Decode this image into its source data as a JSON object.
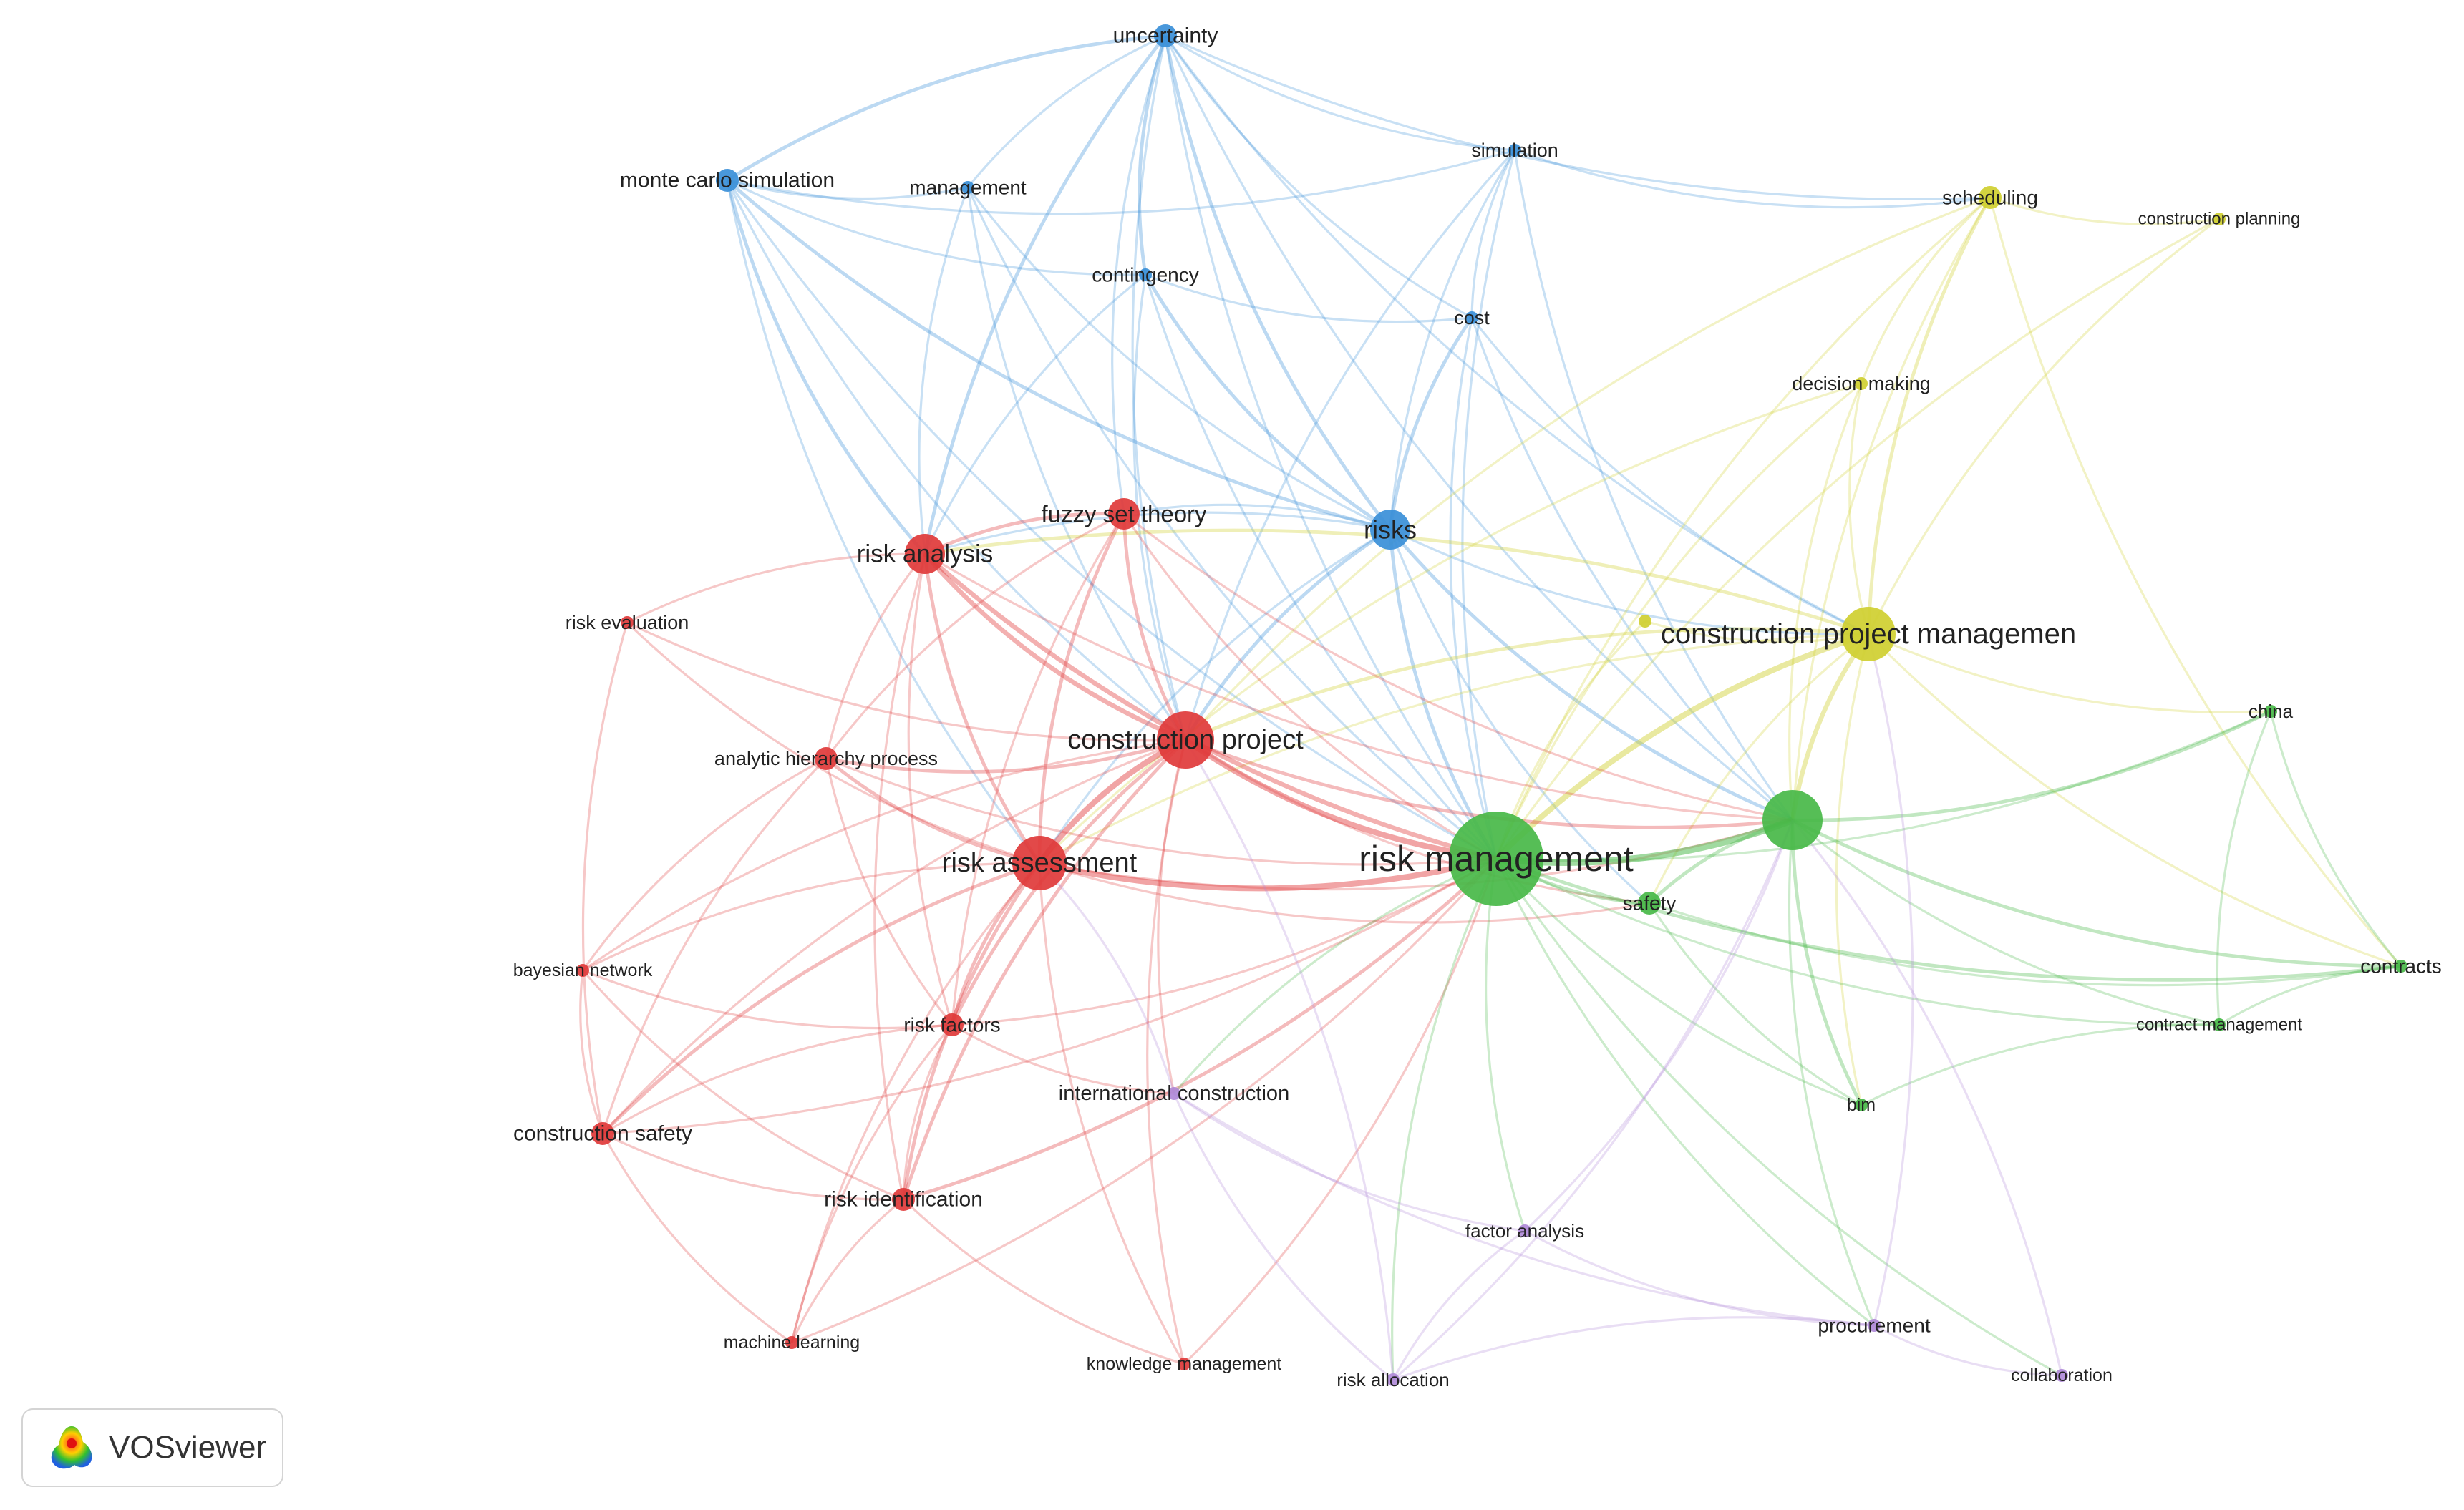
{
  "app": {
    "brand_name": "VOSviewer",
    "logo_icon": "vosviewer-logo-icon"
  },
  "clusters": {
    "red": "#e0393a",
    "green": "#48b848",
    "blue": "#3a8fd8",
    "yellow": "#cfcf30",
    "purple": "#b08ad8"
  },
  "nodes": [
    {
      "id": "uncertainty",
      "label": "uncertainty",
      "cluster": "blue",
      "weight": 2
    },
    {
      "id": "monte-carlo-simulation",
      "label": "monte carlo simulation",
      "cluster": "blue",
      "weight": 2
    },
    {
      "id": "management",
      "label": "management",
      "cluster": "blue",
      "weight": 1
    },
    {
      "id": "simulation",
      "label": "simulation",
      "cluster": "blue",
      "weight": 1
    },
    {
      "id": "contingency",
      "label": "contingency",
      "cluster": "blue",
      "weight": 1
    },
    {
      "id": "cost",
      "label": "cost",
      "cluster": "blue",
      "weight": 1
    },
    {
      "id": "risks",
      "label": "risks",
      "cluster": "blue",
      "weight": 4
    },
    {
      "id": "scheduling",
      "label": "scheduling",
      "cluster": "yellow",
      "weight": 2
    },
    {
      "id": "construction-planning",
      "label": "construction planning",
      "cluster": "yellow",
      "weight": 1
    },
    {
      "id": "decision-making",
      "label": "decision making",
      "cluster": "yellow",
      "weight": 1
    },
    {
      "id": "construction-project-management",
      "label": "construction project managemen",
      "cluster": "yellow",
      "weight": 6
    },
    {
      "id": "yellow-minor",
      "label": "",
      "cluster": "yellow",
      "weight": 1
    },
    {
      "id": "fuzzy-set-theory",
      "label": "fuzzy set theory",
      "cluster": "red",
      "weight": 3
    },
    {
      "id": "risk-analysis",
      "label": "risk analysis",
      "cluster": "red",
      "weight": 4
    },
    {
      "id": "risk-evaluation",
      "label": "risk evaluation",
      "cluster": "red",
      "weight": 1
    },
    {
      "id": "analytic-hierarchy-process",
      "label": "analytic hierarchy process",
      "cluster": "red",
      "weight": 2
    },
    {
      "id": "construction-project",
      "label": "construction project",
      "cluster": "red",
      "weight": 7
    },
    {
      "id": "risk-assessment",
      "label": "risk assessment",
      "cluster": "red",
      "weight": 6
    },
    {
      "id": "bayesian-network",
      "label": "bayesian network",
      "cluster": "red",
      "weight": 1
    },
    {
      "id": "risk-factors",
      "label": "risk factors",
      "cluster": "red",
      "weight": 2
    },
    {
      "id": "construction-safety",
      "label": "construction safety",
      "cluster": "red",
      "weight": 2
    },
    {
      "id": "risk-identification",
      "label": "risk identification",
      "cluster": "red",
      "weight": 2
    },
    {
      "id": "machine-learning",
      "label": "machine learning",
      "cluster": "red",
      "weight": 1
    },
    {
      "id": "knowledge-management",
      "label": "knowledge management",
      "cluster": "red",
      "weight": 1
    },
    {
      "id": "risk-management",
      "label": "risk management",
      "cluster": "green",
      "weight": 12
    },
    {
      "id": "green-hub",
      "label": "",
      "cluster": "green",
      "weight": 8
    },
    {
      "id": "safety",
      "label": "safety",
      "cluster": "green",
      "weight": 2
    },
    {
      "id": "china",
      "label": "china",
      "cluster": "green",
      "weight": 1
    },
    {
      "id": "contracts",
      "label": "contracts",
      "cluster": "green",
      "weight": 1
    },
    {
      "id": "contract-management",
      "label": "contract management",
      "cluster": "green",
      "weight": 1
    },
    {
      "id": "bim",
      "label": "bim",
      "cluster": "green",
      "weight": 1
    },
    {
      "id": "international-construction",
      "label": "international construction",
      "cluster": "purple",
      "weight": 1
    },
    {
      "id": "factor-analysis",
      "label": "factor analysis",
      "cluster": "purple",
      "weight": 1
    },
    {
      "id": "procurement",
      "label": "procurement",
      "cluster": "purple",
      "weight": 1
    },
    {
      "id": "risk-allocation",
      "label": "risk allocation",
      "cluster": "purple",
      "weight": 1
    },
    {
      "id": "collaboration",
      "label": "collaboration",
      "cluster": "purple",
      "weight": 1
    }
  ],
  "links": [
    [
      "uncertainty",
      "monte-carlo-simulation",
      2
    ],
    [
      "uncertainty",
      "management",
      1
    ],
    [
      "uncertainty",
      "contingency",
      2
    ],
    [
      "uncertainty",
      "risks",
      2
    ],
    [
      "uncertainty",
      "risk-analysis",
      2
    ],
    [
      "uncertainty",
      "risk-management",
      1
    ],
    [
      "uncertainty",
      "cost",
      1
    ],
    [
      "uncertainty",
      "simulation",
      1
    ],
    [
      "uncertainty",
      "fuzzy-set-theory",
      1
    ],
    [
      "uncertainty",
      "construction-project",
      1
    ],
    [
      "uncertainty",
      "scheduling",
      1
    ],
    [
      "uncertainty",
      "construction-project-management",
      1
    ],
    [
      "uncertainty",
      "green-hub",
      1
    ],
    [
      "monte-carlo-simulation",
      "risk-analysis",
      2
    ],
    [
      "monte-carlo-simulation",
      "management",
      1
    ],
    [
      "monte-carlo-simulation",
      "risks",
      2
    ],
    [
      "monte-carlo-simulation",
      "contingency",
      1
    ],
    [
      "monte-carlo-simulation",
      "risk-management",
      1
    ],
    [
      "monte-carlo-simulation",
      "construction-project",
      1
    ],
    [
      "monte-carlo-simulation",
      "simulation",
      1
    ],
    [
      "monte-carlo-simulation",
      "risk-assessment",
      1
    ],
    [
      "management",
      "risk-analysis",
      1
    ],
    [
      "management",
      "risk-management",
      1
    ],
    [
      "management",
      "risks",
      1
    ],
    [
      "management",
      "construction-project",
      1
    ],
    [
      "simulation",
      "risks",
      1
    ],
    [
      "simulation",
      "risk-management",
      1
    ],
    [
      "simulation",
      "cost",
      1
    ],
    [
      "simulation",
      "green-hub",
      1
    ],
    [
      "simulation",
      "construction-project",
      1
    ],
    [
      "simulation",
      "scheduling",
      1
    ],
    [
      "contingency",
      "risks",
      2
    ],
    [
      "contingency",
      "risk-management",
      1
    ],
    [
      "contingency",
      "cost",
      1
    ],
    [
      "contingency",
      "construction-project",
      1
    ],
    [
      "contingency",
      "risk-analysis",
      1
    ],
    [
      "cost",
      "risks",
      2
    ],
    [
      "cost",
      "risk-management",
      1
    ],
    [
      "cost",
      "green-hub",
      1
    ],
    [
      "cost",
      "construction-project-management",
      1
    ],
    [
      "risks",
      "risk-management",
      2
    ],
    [
      "risks",
      "construction-project",
      2
    ],
    [
      "risks",
      "risk-assessment",
      1
    ],
    [
      "risks",
      "risk-analysis",
      1
    ],
    [
      "risks",
      "fuzzy-set-theory",
      1
    ],
    [
      "risks",
      "green-hub",
      2
    ],
    [
      "risks",
      "construction-project-management",
      1
    ],
    [
      "risks",
      "safety",
      1
    ],
    [
      "scheduling",
      "construction-project-management",
      2
    ],
    [
      "scheduling",
      "risk-management",
      1
    ],
    [
      "scheduling",
      "green-hub",
      1
    ],
    [
      "scheduling",
      "decision-making",
      1
    ],
    [
      "scheduling",
      "construction-planning",
      1
    ],
    [
      "scheduling",
      "construction-project",
      1
    ],
    [
      "scheduling",
      "contracts",
      1
    ],
    [
      "construction-planning",
      "construction-project-management",
      1
    ],
    [
      "construction-planning",
      "risk-management",
      1
    ],
    [
      "decision-making",
      "construction-project-management",
      1
    ],
    [
      "decision-making",
      "risk-management",
      1
    ],
    [
      "decision-making",
      "green-hub",
      1
    ],
    [
      "decision-making",
      "risk-assessment",
      1
    ],
    [
      "construction-project-management",
      "risk-management",
      4
    ],
    [
      "construction-project-management",
      "green-hub",
      3
    ],
    [
      "construction-project-management",
      "risk-analysis",
      2
    ],
    [
      "construction-project-management",
      "construction-project",
      2
    ],
    [
      "construction-project-management",
      "risk-assessment",
      1
    ],
    [
      "construction-project-management",
      "china",
      1
    ],
    [
      "construction-project-management",
      "safety",
      1
    ],
    [
      "construction-project-management",
      "bim",
      1
    ],
    [
      "construction-project-management",
      "contracts",
      1
    ],
    [
      "yellow-minor",
      "risk-management",
      1
    ],
    [
      "yellow-minor",
      "construction-project-management",
      1
    ],
    [
      "fuzzy-set-theory",
      "risk-analysis",
      2
    ],
    [
      "fuzzy-set-theory",
      "construction-project",
      2
    ],
    [
      "fuzzy-set-theory",
      "risk-assessment",
      2
    ],
    [
      "fuzzy-set-theory",
      "risk-management",
      1
    ],
    [
      "fuzzy-set-theory",
      "analytic-hierarchy-process",
      1
    ],
    [
      "fuzzy-set-theory",
      "risk-factors",
      1
    ],
    [
      "fuzzy-set-theory",
      "green-hub",
      1
    ],
    [
      "risk-analysis",
      "construction-project",
      3
    ],
    [
      "risk-analysis",
      "risk-assessment",
      2
    ],
    [
      "risk-analysis",
      "risk-management",
      3
    ],
    [
      "risk-analysis",
      "risk-evaluation",
      1
    ],
    [
      "risk-analysis",
      "analytic-hierarchy-process",
      1
    ],
    [
      "risk-analysis",
      "risk-factors",
      1
    ],
    [
      "risk-analysis",
      "risk-identification",
      1
    ],
    [
      "risk-analysis",
      "green-hub",
      1
    ],
    [
      "risk-evaluation",
      "construction-project",
      1
    ],
    [
      "risk-evaluation",
      "risk-assessment",
      1
    ],
    [
      "risk-evaluation",
      "construction-safety",
      1
    ],
    [
      "analytic-hierarchy-process",
      "construction-project",
      2
    ],
    [
      "analytic-hierarchy-process",
      "risk-assessment",
      2
    ],
    [
      "analytic-hierarchy-process",
      "risk-factors",
      1
    ],
    [
      "analytic-hierarchy-process",
      "risk-management",
      1
    ],
    [
      "analytic-hierarchy-process",
      "bayesian-network",
      1
    ],
    [
      "analytic-hierarchy-process",
      "construction-safety",
      1
    ],
    [
      "construction-project",
      "risk-assessment",
      4
    ],
    [
      "construction-project",
      "risk-management",
      4
    ],
    [
      "construction-project",
      "green-hub",
      2
    ],
    [
      "construction-project",
      "risk-factors",
      2
    ],
    [
      "construction-project",
      "risk-identification",
      2
    ],
    [
      "construction-project",
      "safety",
      1
    ],
    [
      "construction-project",
      "construction-safety",
      1
    ],
    [
      "construction-project",
      "knowledge-management",
      1
    ],
    [
      "construction-project",
      "international-construction",
      1
    ],
    [
      "construction-project",
      "bayesian-network",
      1
    ],
    [
      "risk-assessment",
      "risk-management",
      4
    ],
    [
      "risk-assessment",
      "risk-factors",
      2
    ],
    [
      "risk-assessment",
      "construction-safety",
      2
    ],
    [
      "risk-assessment",
      "risk-identification",
      2
    ],
    [
      "risk-assessment",
      "bayesian-network",
      1
    ],
    [
      "risk-assessment",
      "machine-learning",
      1
    ],
    [
      "risk-assessment",
      "green-hub",
      1
    ],
    [
      "risk-assessment",
      "safety",
      1
    ],
    [
      "risk-assessment",
      "knowledge-management",
      1
    ],
    [
      "bayesian-network",
      "construction-safety",
      1
    ],
    [
      "bayesian-network",
      "risk-identification",
      1
    ],
    [
      "bayesian-network",
      "risk-factors",
      1
    ],
    [
      "risk-factors",
      "risk-identification",
      1
    ],
    [
      "risk-factors",
      "risk-management",
      1
    ],
    [
      "risk-factors",
      "construction-safety",
      1
    ],
    [
      "risk-factors",
      "international-construction",
      1
    ],
    [
      "risk-factors",
      "machine-learning",
      1
    ],
    [
      "construction-safety",
      "risk-identification",
      1
    ],
    [
      "construction-safety",
      "machine-learning",
      1
    ],
    [
      "construction-safety",
      "risk-management",
      1
    ],
    [
      "risk-identification",
      "risk-management",
      2
    ],
    [
      "risk-identification",
      "machine-learning",
      1
    ],
    [
      "risk-identification",
      "knowledge-management",
      1
    ],
    [
      "machine-learning",
      "risk-management",
      1
    ],
    [
      "knowledge-management",
      "risk-management",
      1
    ],
    [
      "risk-management",
      "green-hub",
      5
    ],
    [
      "risk-management",
      "safety",
      2
    ],
    [
      "risk-management",
      "china",
      1
    ],
    [
      "risk-management",
      "contracts",
      2
    ],
    [
      "risk-management",
      "contract-management",
      1
    ],
    [
      "risk-management",
      "bim",
      1
    ],
    [
      "risk-management",
      "international-construction",
      1
    ],
    [
      "risk-management",
      "factor-analysis",
      1
    ],
    [
      "risk-management",
      "procurement",
      1
    ],
    [
      "risk-management",
      "risk-allocation",
      1
    ],
    [
      "risk-management",
      "collaboration",
      1
    ],
    [
      "green-hub",
      "safety",
      2
    ],
    [
      "green-hub",
      "china",
      2
    ],
    [
      "green-hub",
      "contracts",
      2
    ],
    [
      "green-hub",
      "contract-management",
      1
    ],
    [
      "green-hub",
      "bim",
      2
    ],
    [
      "green-hub",
      "procurement",
      1
    ],
    [
      "safety",
      "bim",
      1
    ],
    [
      "safety",
      "contracts",
      1
    ],
    [
      "china",
      "contracts",
      1
    ],
    [
      "china",
      "contract-management",
      1
    ],
    [
      "contracts",
      "contract-management",
      1
    ],
    [
      "contract-management",
      "bim",
      1
    ],
    [
      "international-construction",
      "factor-analysis",
      1
    ],
    [
      "international-construction",
      "risk-allocation",
      1
    ],
    [
      "international-construction",
      "procurement",
      1
    ],
    [
      "international-construction",
      "risk-assessment",
      1
    ],
    [
      "factor-analysis",
      "risk-allocation",
      1
    ],
    [
      "factor-analysis",
      "procurement",
      1
    ],
    [
      "factor-analysis",
      "green-hub",
      1
    ],
    [
      "procurement",
      "collaboration",
      1
    ],
    [
      "procurement",
      "risk-allocation",
      1
    ],
    [
      "procurement",
      "construction-project-management",
      1
    ],
    [
      "collaboration",
      "green-hub",
      1
    ],
    [
      "risk-allocation",
      "green-hub",
      1
    ],
    [
      "risk-allocation",
      "construction-project",
      1
    ]
  ]
}
